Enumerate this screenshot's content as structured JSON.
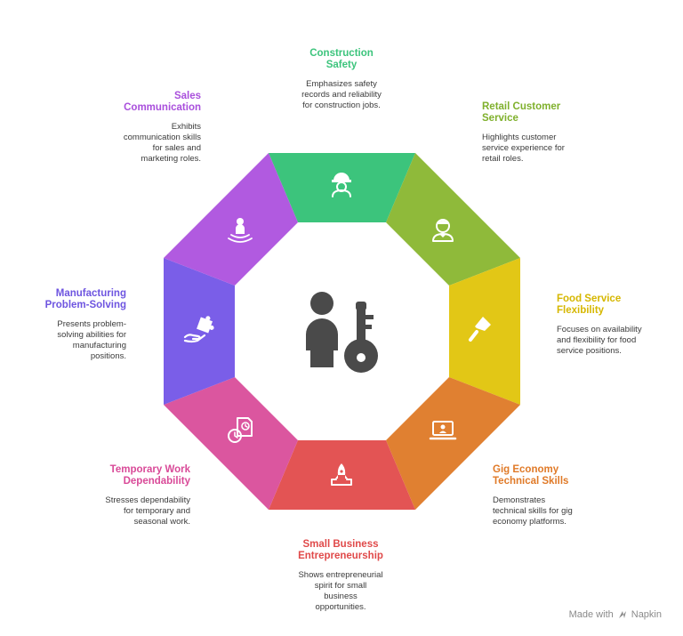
{
  "segments": [
    {
      "key": "construction",
      "title": "Construction\nSafety",
      "desc": "Emphasizes safety\nrecords and reliability\nfor construction jobs.",
      "color": "#3cc47c",
      "text_color": "#3cc47c",
      "icon": "worker-helmet-icon"
    },
    {
      "key": "retail",
      "title": "Retail Customer\nService",
      "desc": "Highlights customer\nservice experience for\nretail roles.",
      "color": "#8fba3a",
      "text_color": "#7fb02c",
      "icon": "shop-assistant-icon"
    },
    {
      "key": "food",
      "title": "Food Service\nFlexibility",
      "desc": "Focuses on availability\nand flexibility for food\nservice positions.",
      "color": "#e2c716",
      "text_color": "#d6b700",
      "icon": "spatula-icon"
    },
    {
      "key": "gig",
      "title": "Gig Economy\nTechnical Skills",
      "desc": "Demonstrates\ntechnical skills for gig\neconomy platforms.",
      "color": "#e08031",
      "text_color": "#e07a28",
      "icon": "laptop-user-icon"
    },
    {
      "key": "small-business",
      "title": "Small Business\nEntrepreneurship",
      "desc": "Shows entrepreneurial\nspirit for small\nbusiness\nopportunities.",
      "color": "#e35454",
      "text_color": "#e04a4a",
      "icon": "rocket-launch-icon"
    },
    {
      "key": "temporary",
      "title": "Temporary Work\nDependability",
      "desc": "Stresses dependability\nfor temporary and\nseasonal work.",
      "color": "#db569f",
      "text_color": "#d94a98",
      "icon": "schedule-document-icon"
    },
    {
      "key": "manufacturing",
      "title": "Manufacturing\nProblem-Solving",
      "desc": "Presents problem-\nsolving abilities for\nmanufacturing\npositions.",
      "color": "#7a5ee8",
      "text_color": "#6e55e0",
      "icon": "puzzle-hand-icon"
    },
    {
      "key": "sales",
      "title": "Sales\nCommunication",
      "desc": "Exhibits\ncommunication skills\nfor sales and\nmarketing roles.",
      "color": "#b15ae0",
      "text_color": "#a94fdc",
      "icon": "speaker-person-icon"
    }
  ],
  "center_icon": "person-key-icon",
  "watermark": {
    "text": "Made with",
    "brand": "Napkin",
    "icon": "napkin-logo-icon"
  }
}
